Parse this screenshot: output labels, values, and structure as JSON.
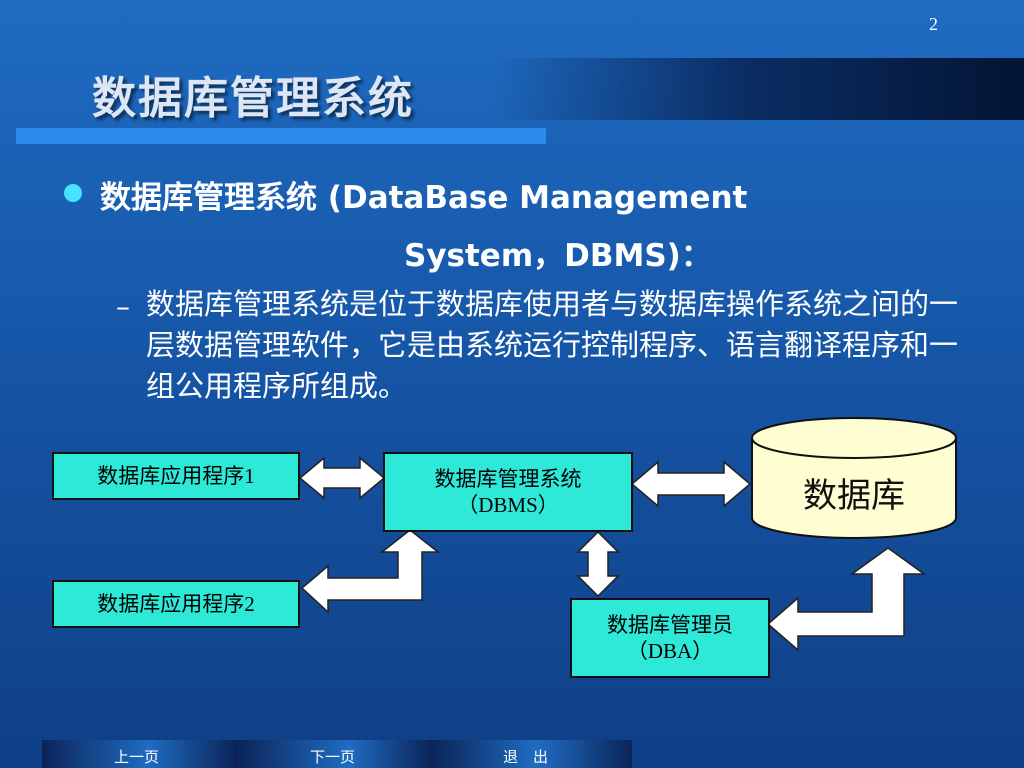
{
  "slide": {
    "page_number": "2",
    "title": "数据库管理系统",
    "bullet": {
      "line1": "数据库管理系统 (DataBase Management",
      "line2": "System，DBMS)："
    },
    "sub_item": {
      "dash": "–",
      "text": "数据库管理系统是位于数据库使用者与数据库操作系统之间的一层数据管理软件，它是由系统运行控制程序、语言翻译程序和一组公用程序所组成。"
    }
  },
  "diagram": {
    "app1": "数据库应用程序1",
    "app2": "数据库应用程序2",
    "dbms_line1": "数据库管理系统",
    "dbms_line2": "（DBMS）",
    "dba_line1": "数据库管理员",
    "dba_line2": "（DBA）",
    "database": "数据库"
  },
  "footer": {
    "prev": "上一页",
    "next": "下一页",
    "exit": "退　出"
  },
  "colors": {
    "background": "#1656a7",
    "box_fill": "#2ee8d8",
    "database_fill": "#fefed2",
    "bullet": "#45e3ff",
    "underline": "#2b8bea"
  }
}
